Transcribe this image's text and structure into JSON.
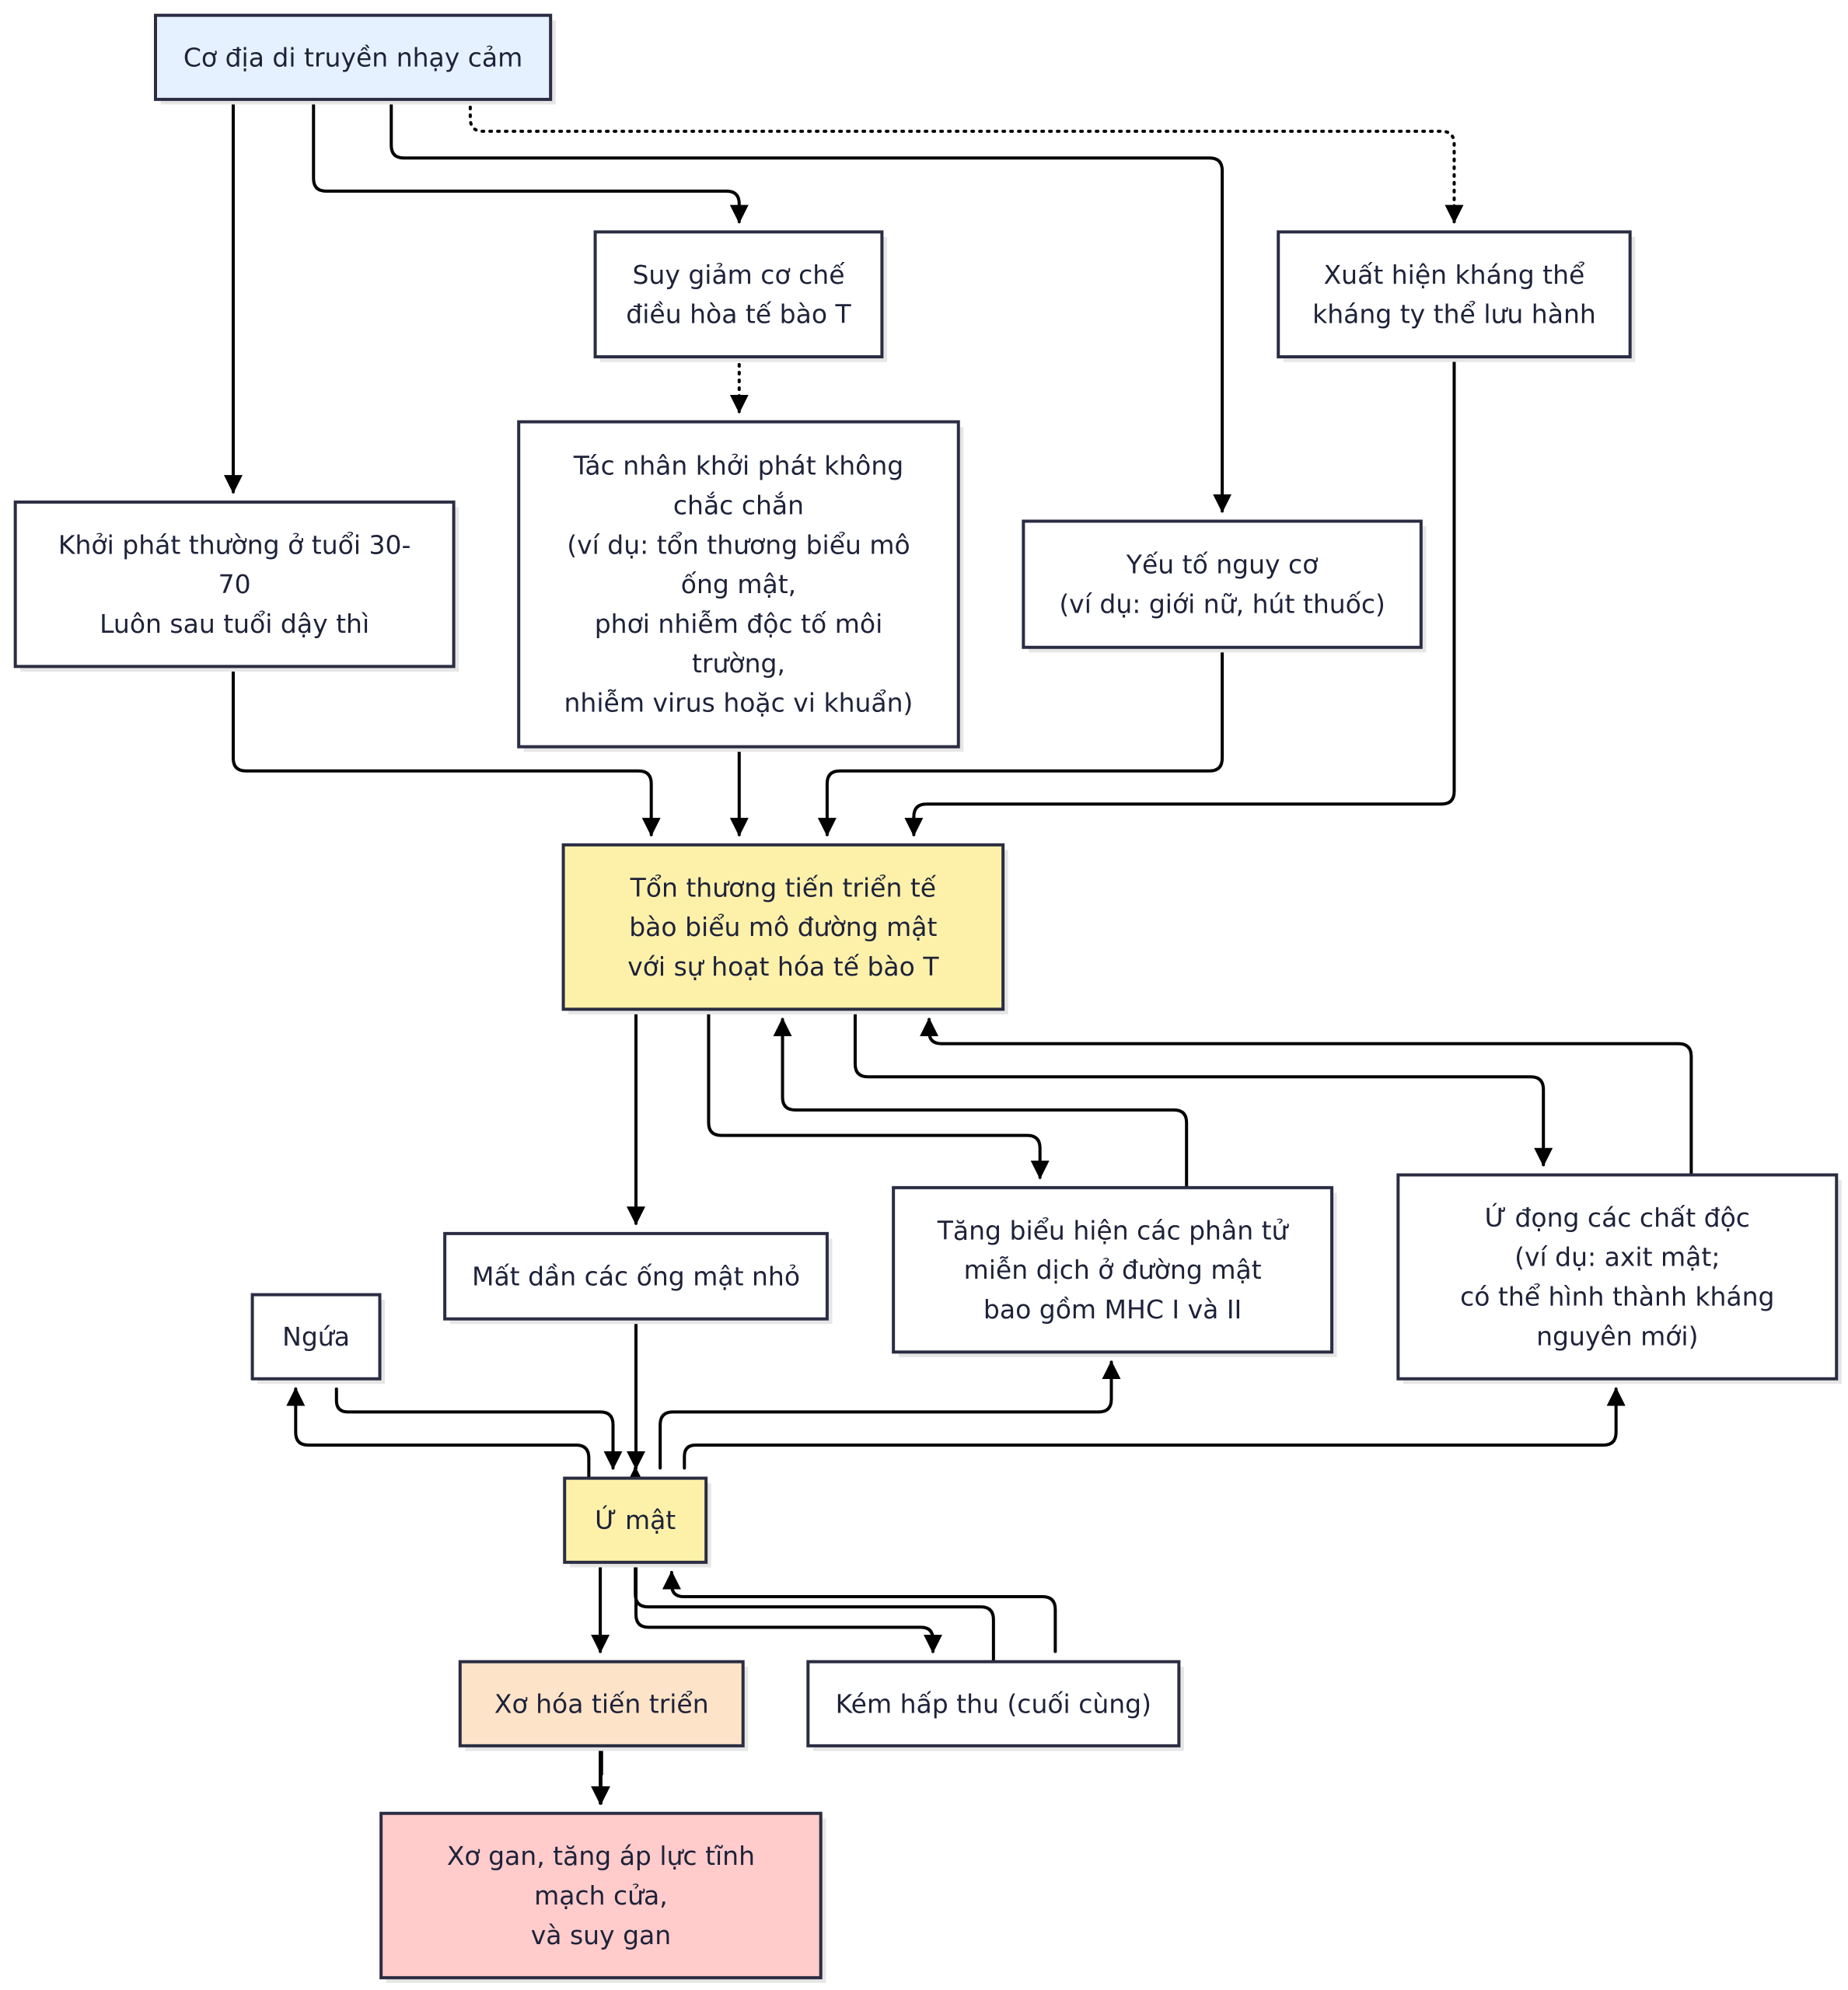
{
  "colors": {
    "default_fill": "#ffffff",
    "genetic_fill": "#e5f1ff",
    "highlight_fill": "#fdf1aa",
    "fibrosis_fill": "#fde3c8",
    "outcome_fill": "#ffcbcb",
    "outcome_border": "#c4161c",
    "border": "#2a2d42",
    "edge": "#000000"
  },
  "nodes": {
    "genetic": {
      "lines": [
        "Cơ địa di truyền nhạy cảm"
      ]
    },
    "tcell_reg": {
      "lines": [
        "Suy giảm cơ chế",
        "điều hòa tế bào T"
      ]
    },
    "antibody": {
      "lines": [
        "Xuất hiện kháng thể",
        "kháng ty thể lưu hành"
      ]
    },
    "onset": {
      "lines": [
        "Khởi phát thường ở tuổi 30-",
        "70",
        "Luôn sau tuổi dậy thì"
      ]
    },
    "trigger": {
      "lines": [
        "Tác nhân khởi phát không",
        "chắc chắn",
        "(ví dụ: tổn thương biểu mô",
        "ống mật,",
        "phơi nhiễm độc tố môi",
        "trường,",
        "nhiễm virus hoặc vi khuẩn)"
      ]
    },
    "risk": {
      "lines": [
        "Yếu tố nguy cơ",
        "(ví dụ: giới nữ, hút thuốc)"
      ]
    },
    "damage": {
      "lines": [
        "Tổn thương tiến triển tế",
        "bào biểu mô đường mật",
        "với sự hoạt hóa tế bào T"
      ]
    },
    "duct_loss": {
      "lines": [
        "Mất dần các ống mật nhỏ"
      ]
    },
    "immune_expr": {
      "lines": [
        "Tăng biểu hiện các phân tử",
        "miễn dịch ở đường mật",
        "bao gồm MHC I và II"
      ]
    },
    "toxins": {
      "lines": [
        "Ứ đọng các chất độc",
        "(ví dụ: axit mật;",
        "có thể hình thành kháng",
        "nguyên mới)"
      ]
    },
    "itch": {
      "lines": [
        "Ngứa"
      ]
    },
    "cholestasis": {
      "lines": [
        "Ứ mật"
      ]
    },
    "fibrosis": {
      "lines": [
        "Xơ hóa tiến triển"
      ]
    },
    "malabsorption": {
      "lines": [
        "Kém hấp thu (cuối cùng)"
      ]
    },
    "cirrhosis": {
      "lines": [
        "Xơ gan, tăng áp lực tĩnh",
        "mạch cửa,",
        "và suy gan"
      ]
    }
  },
  "edges": [
    {
      "from": "genetic",
      "to": "onset",
      "style": "solid"
    },
    {
      "from": "genetic",
      "to": "tcell_reg",
      "style": "solid"
    },
    {
      "from": "genetic",
      "to": "risk",
      "style": "solid"
    },
    {
      "from": "genetic",
      "to": "antibody",
      "style": "dotted"
    },
    {
      "from": "tcell_reg",
      "to": "trigger",
      "style": "dotted"
    },
    {
      "from": "onset",
      "to": "damage",
      "style": "solid"
    },
    {
      "from": "trigger",
      "to": "damage",
      "style": "solid"
    },
    {
      "from": "risk",
      "to": "damage",
      "style": "solid"
    },
    {
      "from": "antibody",
      "to": "damage",
      "style": "solid"
    },
    {
      "from": "damage",
      "to": "duct_loss",
      "style": "solid"
    },
    {
      "from": "damage",
      "to": "immune_expr",
      "style": "solid"
    },
    {
      "from": "immune_expr",
      "to": "damage",
      "style": "solid"
    },
    {
      "from": "damage",
      "to": "toxins",
      "style": "solid"
    },
    {
      "from": "toxins",
      "to": "damage",
      "style": "solid"
    },
    {
      "from": "duct_loss",
      "to": "cholestasis",
      "style": "solid"
    },
    {
      "from": "cholestasis",
      "to": "itch",
      "style": "solid"
    },
    {
      "from": "itch",
      "to": "cholestasis",
      "style": "solid"
    },
    {
      "from": "cholestasis",
      "to": "immune_expr",
      "style": "solid"
    },
    {
      "from": "immune_expr",
      "to": "cholestasis",
      "style": "solid"
    },
    {
      "from": "cholestasis",
      "to": "toxins",
      "style": "solid"
    },
    {
      "from": "toxins",
      "to": "cholestasis",
      "style": "solid"
    },
    {
      "from": "cholestasis",
      "to": "fibrosis",
      "style": "solid"
    },
    {
      "from": "cholestasis",
      "to": "malabsorption",
      "style": "solid"
    },
    {
      "from": "malabsorption",
      "to": "cholestasis",
      "style": "solid"
    },
    {
      "from": "fibrosis",
      "to": "cirrhosis",
      "style": "solid"
    }
  ]
}
